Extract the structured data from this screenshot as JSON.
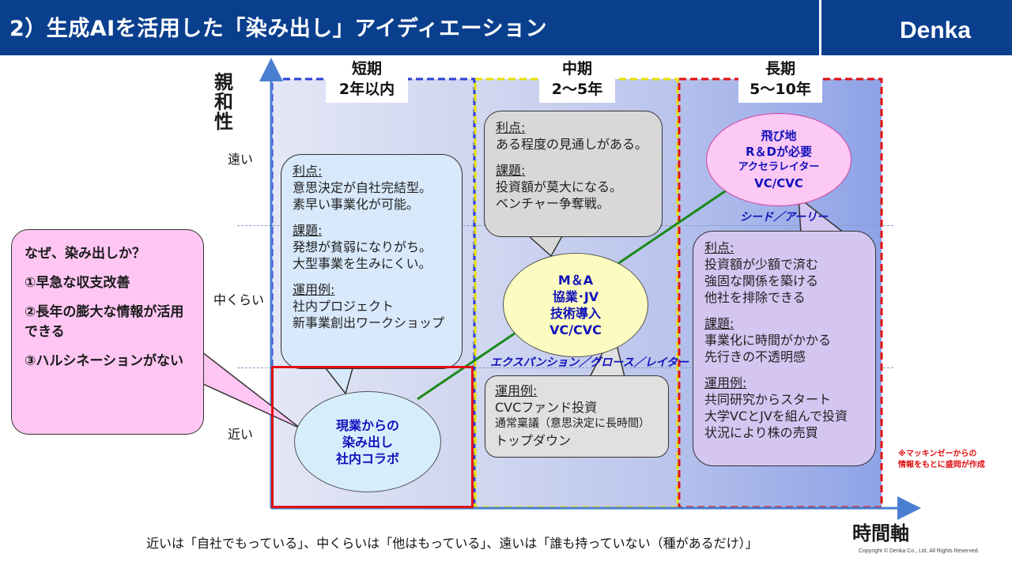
{
  "header": {
    "title": "2）生成AIを活用した「染み出し」アイディエーション",
    "logo": "Denka"
  },
  "axes": {
    "y_label": "親和性",
    "y_ticks": [
      "遠い",
      "中くらい",
      "近い"
    ],
    "x_label": "時間軸"
  },
  "periods": [
    {
      "name": "短期",
      "range": "2年以内"
    },
    {
      "name": "中期",
      "range": "2〜5年"
    },
    {
      "name": "長期",
      "range": "5〜10年"
    }
  ],
  "short_term_callout": {
    "merit_title": "利点:",
    "merit_lines": [
      "意思決定が自社完結型。",
      "素早い事業化が可能。"
    ],
    "issue_title": "課題:",
    "issue_lines": [
      "発想が貧弱になりがち。",
      "大型事業を生みにくい。"
    ],
    "example_title": "運用例:",
    "example_lines": [
      "社内プロジェクト",
      "新事業創出ワークショップ"
    ]
  },
  "mid_term_callout_top": {
    "merit_title": "利点:",
    "merit_lines": [
      "ある程度の見通しがある。"
    ],
    "issue_title": "課題:",
    "issue_lines": [
      "投資額が莫大になる。",
      "ベンチャー争奪戦。"
    ]
  },
  "mid_term_callout_bottom": {
    "example_title": "運用例:",
    "example_lines": [
      "CVCファンド投資",
      "通常稟議（意思決定に長時間）",
      "トップダウン"
    ]
  },
  "long_term_callout": {
    "merit_title": "利点:",
    "merit_lines": [
      "投資額が少額で済む",
      "強固な関係を築ける",
      "他社を排除できる"
    ],
    "issue_title": "課題:",
    "issue_lines": [
      "事業化に時間がかかる",
      "先行きの不透明感"
    ],
    "example_title": "運用例:",
    "example_lines": [
      "共同研究からスタート",
      "大学VCとJVを組んで投資",
      "状況により株の売買"
    ]
  },
  "ellipses": {
    "short": [
      "現業からの",
      "染み出し",
      "社内コラボ"
    ],
    "mid": [
      "M＆A",
      "協業･JV",
      "技術導入",
      "VC/CVC"
    ],
    "long": [
      "飛び地",
      "R＆Dが必要",
      "アクセラレイター",
      "VC/CVC"
    ]
  },
  "stages": {
    "expansion": "エクスパンション／グロース／レイター",
    "seed": "シード／アーリー"
  },
  "why_box": {
    "title": "なぜ、染み出しか？",
    "reasons": [
      "①早急な収支改善",
      "②長年の膨大な情報が活用できる",
      "③ハルシネーションがない"
    ]
  },
  "note_lines": [
    "※マッキンゼーからの",
    "情報をもとに盛岡が作成"
  ],
  "bottom_text": "近いは「自社でもっている」、中くらいは「他はもっている」、遠いは「誰も持っていない（種があるだけ）」",
  "copyright": "Copyright © Denka Co., Ltd. All Rights Reserved.",
  "colors": {
    "header_bg": "#0a3f8e",
    "short_border": "#2b3fd6",
    "mid_border": "#e8e000",
    "long_border": "#e01010",
    "trend_line": "#1a8a1a",
    "axis": "#4a7fd0"
  }
}
